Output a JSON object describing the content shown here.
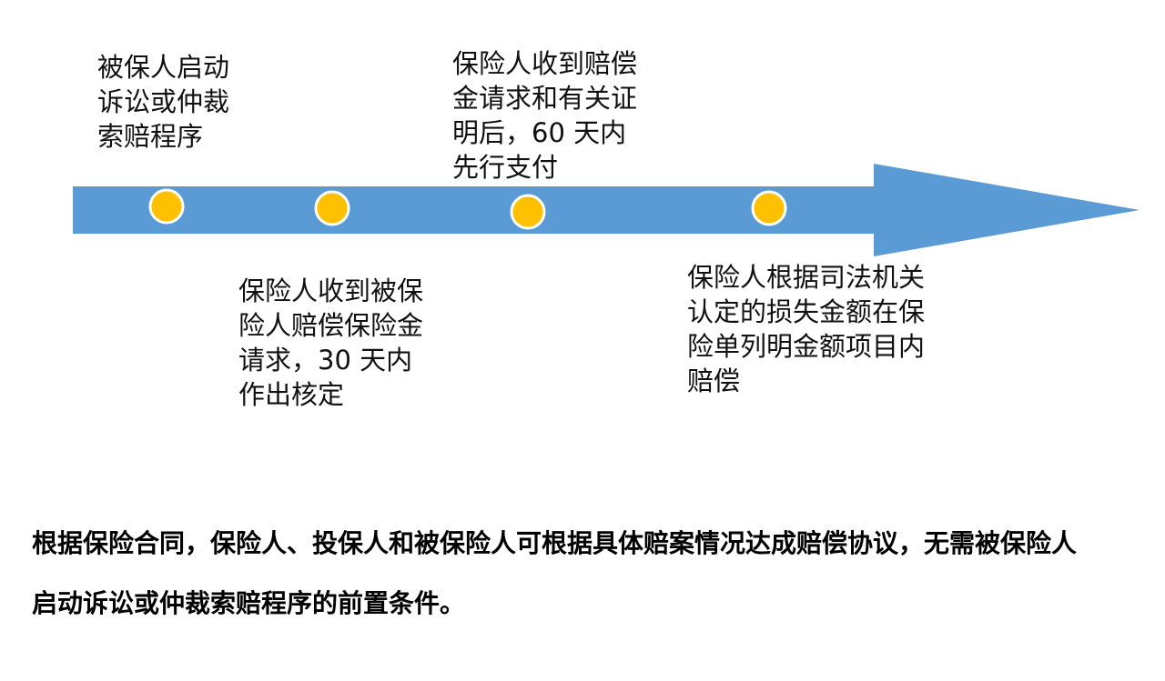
{
  "milestones": [
    {
      "lines": [
        "被保人启动",
        "诉讼或仲裁",
        "索赔程序"
      ]
    },
    {
      "lines": [
        "保险人收到被保",
        "险人赔偿保险金",
        "请求，30 天内",
        "作出核定"
      ]
    },
    {
      "lines": [
        "保险人收到赔偿",
        "金请求和有关证",
        "明后，60 天内",
        "先行支付"
      ]
    },
    {
      "lines": [
        "保险人根据司法机关",
        "认定的损失金额在保",
        "险单列明金额项目内",
        "赔偿"
      ]
    }
  ],
  "note": {
    "lines": [
      "根据保险合同，保险人、投保人和被保险人可根据具体赔案情况达成赔偿协议，无需被保险人",
      "启动诉讼或仲裁索赔程序的前置条件。"
    ]
  },
  "colors": {
    "arrow": "#5B9BD5",
    "marker": "#FFC000",
    "marker_border": "#FFFFFF",
    "text": "#000000"
  }
}
